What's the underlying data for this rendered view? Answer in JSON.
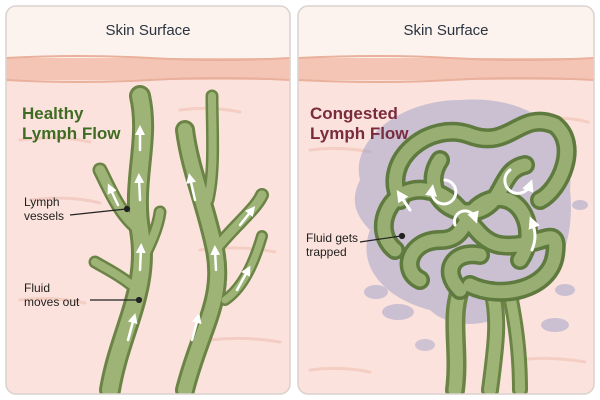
{
  "left_panel": {
    "header": "Skin Surface",
    "title_line1": "Healthy",
    "title_line2": "Lymph Flow",
    "callouts": {
      "vessels_line1": "Lymph",
      "vessels_line2": "vessels",
      "fluid_line1": "Fluid",
      "fluid_line2": "moves out"
    }
  },
  "right_panel": {
    "header": "Skin Surface",
    "title_line1": "Congested",
    "title_line2": "Lymph Flow",
    "callouts": {
      "trapped_line1": "Fluid gets",
      "trapped_line2": "trapped"
    }
  },
  "colors": {
    "panel_bg": "#fbe2dc",
    "skin_band": "#f4c5b4",
    "vessel_outer": "#6b8446",
    "vessel_inner": "#9eb477",
    "healthy_title": "#3f6b23",
    "congested_title": "#7a2c3e",
    "fluid_halo": "#8f97c6"
  },
  "icons": {
    "flow_arrow": "arrow-up-icon",
    "swirl_arrow": "circular-arrow-icon"
  }
}
